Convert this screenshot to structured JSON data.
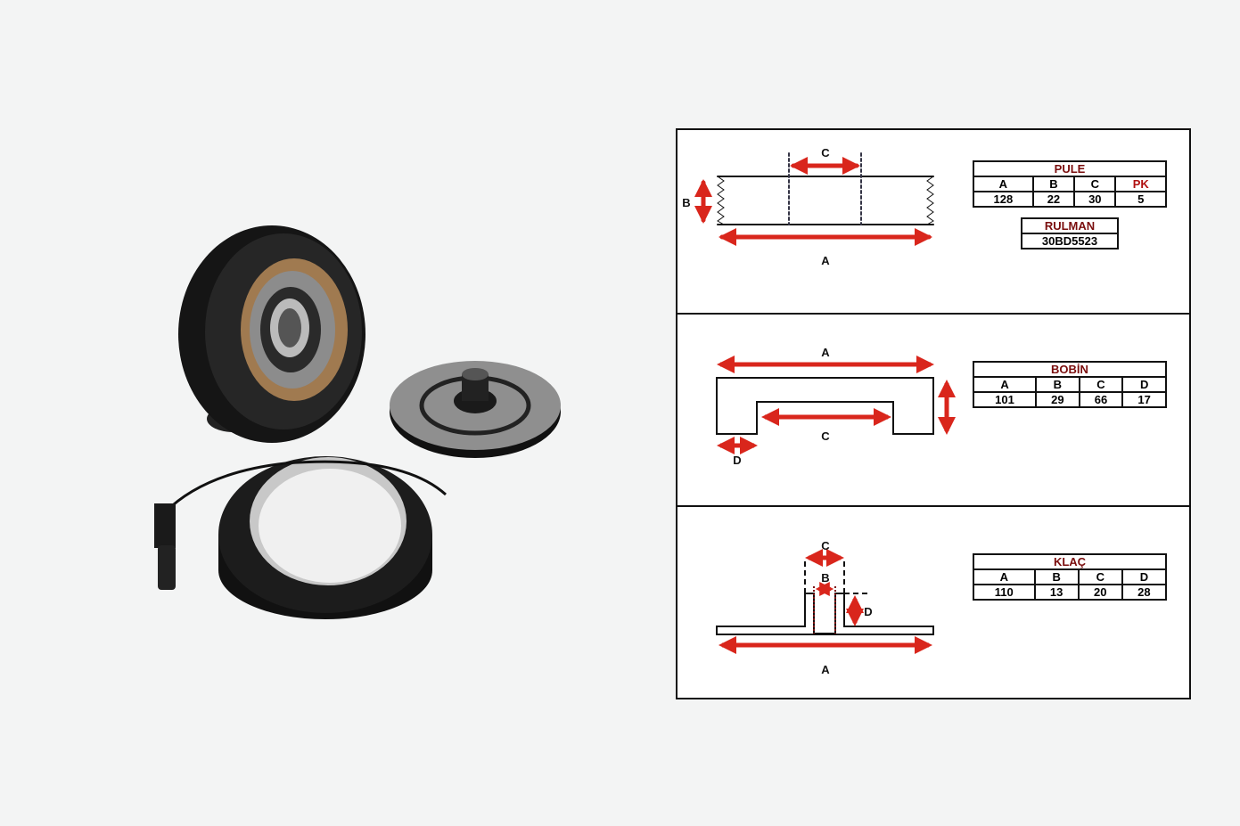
{
  "pulley_diagram": {
    "labels": {
      "a": "A",
      "b": "B",
      "c": "C"
    },
    "table": {
      "title": "PULE",
      "headers": [
        "A",
        "B",
        "C",
        "PK"
      ],
      "values": [
        "128",
        "22",
        "30",
        "5"
      ]
    },
    "bearing": {
      "title": "RULMAN",
      "value": "30BD5523"
    }
  },
  "coil_diagram": {
    "labels": {
      "a": "A",
      "c": "C",
      "d": "D"
    },
    "table": {
      "title": "BOBİN",
      "headers": [
        "A",
        "B",
        "C",
        "D"
      ],
      "values": [
        "101",
        "29",
        "66",
        "17"
      ]
    }
  },
  "clutch_diagram": {
    "labels": {
      "a": "A",
      "b": "B",
      "c": "C",
      "d": "D"
    },
    "table": {
      "title": "KLAÇ",
      "headers": [
        "A",
        "B",
        "C",
        "D"
      ],
      "values": [
        "110",
        "13",
        "20",
        "28"
      ]
    }
  },
  "colors": {
    "arrow": "#d9261c",
    "title": "#7a0d0d"
  }
}
